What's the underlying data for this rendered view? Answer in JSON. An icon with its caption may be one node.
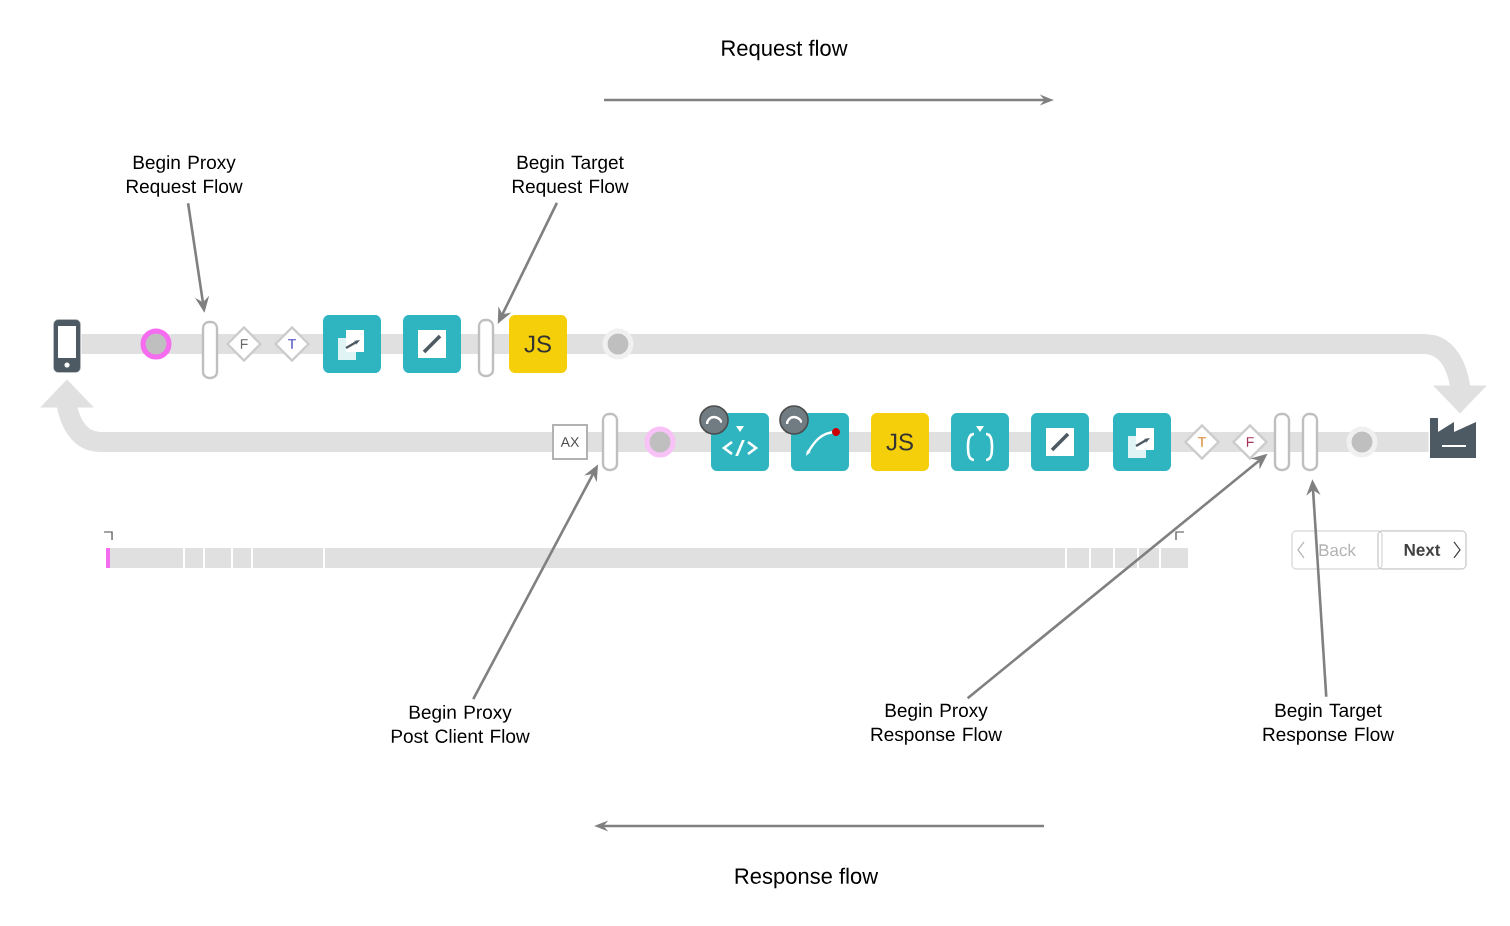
{
  "diagram": {
    "nodes": [
      {
        "text": [
          "Begin Proxy Request Flow"
        ]
      },
      {
        "text": [
          "Begin Target Request Flow"
        ]
      },
      {
        "text": [],
        "shape": "bar"
      },
      {
        "text": [],
        "shape": "bar"
      },
      {
        "text": [
          "Begin Proxy Post Client Flow"
        ]
      },
      {
        "text": [],
        "shape": "bar"
      },
      {
        "text": [
          "Begin Proxy Response Flow"
        ]
      },
      {
        "text": [],
        "shape": "bar"
      },
      {
        "text": [],
        "shape": "bar"
      },
      {
        "text": [
          "Begin Target Response Flow"
        ]
      },
      {
        "text": [],
        "shape": "picture"
      },
      {
        "text": [],
        "shape": "picture"
      }
    ],
    "edges": [
      {
        "from": 0,
        "to": 2,
        "arrow": "to"
      },
      {
        "from": 1,
        "to": 3,
        "arrow": "to"
      },
      {
        "from": 4,
        "to": 5,
        "arrow": "to"
      },
      {
        "from": 6,
        "to": 7,
        "arrow": "to"
      },
      {
        "from": 9,
        "to": 8,
        "arrow": "to"
      },
      {
        "from": 10,
        "to": 11,
        "arrow": "to",
        "style": "thick",
        "color": "#e0e0e0"
      },
      {
        "from": 11,
        "to": 10,
        "arrow": "to",
        "style": "thick",
        "color": "#e0e0e0"
      }
    ],
    "labels": [
      "Request flow",
      "F",
      "T",
      "JS",
      "AX",
      "JS",
      "T",
      "F",
      "Back",
      "Next",
      "Response flow"
    ]
  }
}
